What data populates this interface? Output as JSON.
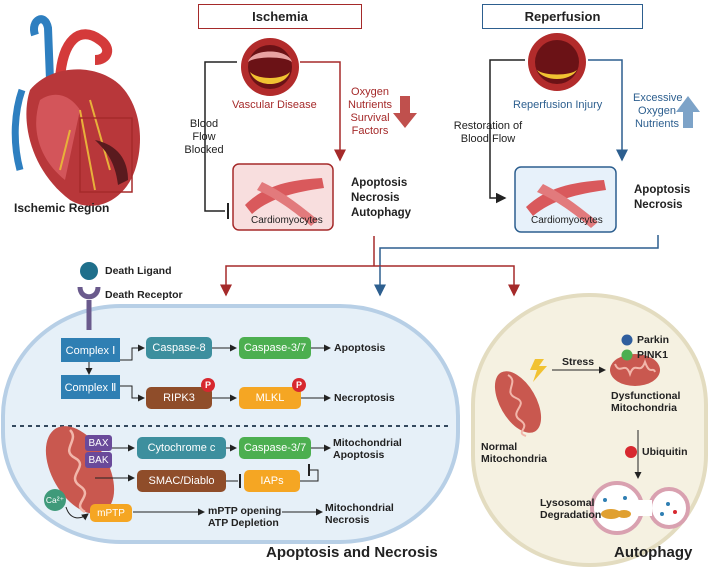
{
  "colors": {
    "ischemia": "#a52a2a",
    "reperfusion": "#2d5f8f",
    "cell_fill": "#e6f0f8",
    "cell_border": "#b7cfe6",
    "autophagy_fill": "#f5f1e1",
    "autophagy_border": "#e3dcc0"
  },
  "top": {
    "ischemic_region": "Ischemic Region",
    "ischemia": {
      "header": "Ischemia",
      "vessel": "Vascular Disease",
      "flow": [
        "Blood Flow",
        "Blocked"
      ],
      "factors": [
        "Oxygen",
        "Nutrients",
        "Survival",
        "Factors"
      ],
      "cells": "Cardiomyocytes",
      "outcome": [
        "Apoptosis",
        "Necrosis",
        "Autophagy"
      ]
    },
    "reperfusion": {
      "header": "Reperfusion",
      "vessel": "Reperfusion Injury",
      "flow": [
        "Restoration of",
        "Blood Flow"
      ],
      "factors": [
        "Excessive",
        "Oxygen",
        "Nutrients"
      ],
      "cells": "Cardiomyocytes",
      "outcome": [
        "Apoptosis",
        "Necrosis"
      ]
    }
  },
  "apoptosis": {
    "death_ligand": "Death Ligand",
    "death_receptor": "Death Receptor",
    "complex1": "Complex Ⅰ",
    "complex2": "Complex Ⅱ",
    "caspase8": "Caspase-8",
    "caspase37_top": "Caspase-3/7",
    "apoptosis": "Apoptosis",
    "ripk3": "RIPK3",
    "mlkl": "MLKL",
    "p": "P",
    "necroptosis": "Necroptosis",
    "bax": "BAX",
    "bak": "BAK",
    "cytochrome": "Cytochrome c",
    "caspase37_mid": "Caspase-3/7",
    "mito_apoptosis": [
      "Mitochondrial",
      "Apoptosis"
    ],
    "smac": "SMAC/Diablo",
    "iaps": "IAPs",
    "ca": "Ca²⁺",
    "mptp": "mPTP",
    "mptp_opening": [
      "mPTP opening",
      "ATP Depletion"
    ],
    "mito_necrosis": [
      "Mitochondrial",
      "Necrosis"
    ],
    "title": "Apoptosis and Necrosis"
  },
  "autophagy": {
    "stress": "Stress",
    "parkin": "Parkin",
    "pink1": "PINK1",
    "dysfunctional": [
      "Dysfunctional",
      "Mitochondria"
    ],
    "normal": [
      "Normal",
      "Mitochondria"
    ],
    "ubiquitin": "Ubiquitin",
    "lysosomal": [
      "Lysosomal",
      "Degradation"
    ],
    "title": "Autophagy"
  }
}
